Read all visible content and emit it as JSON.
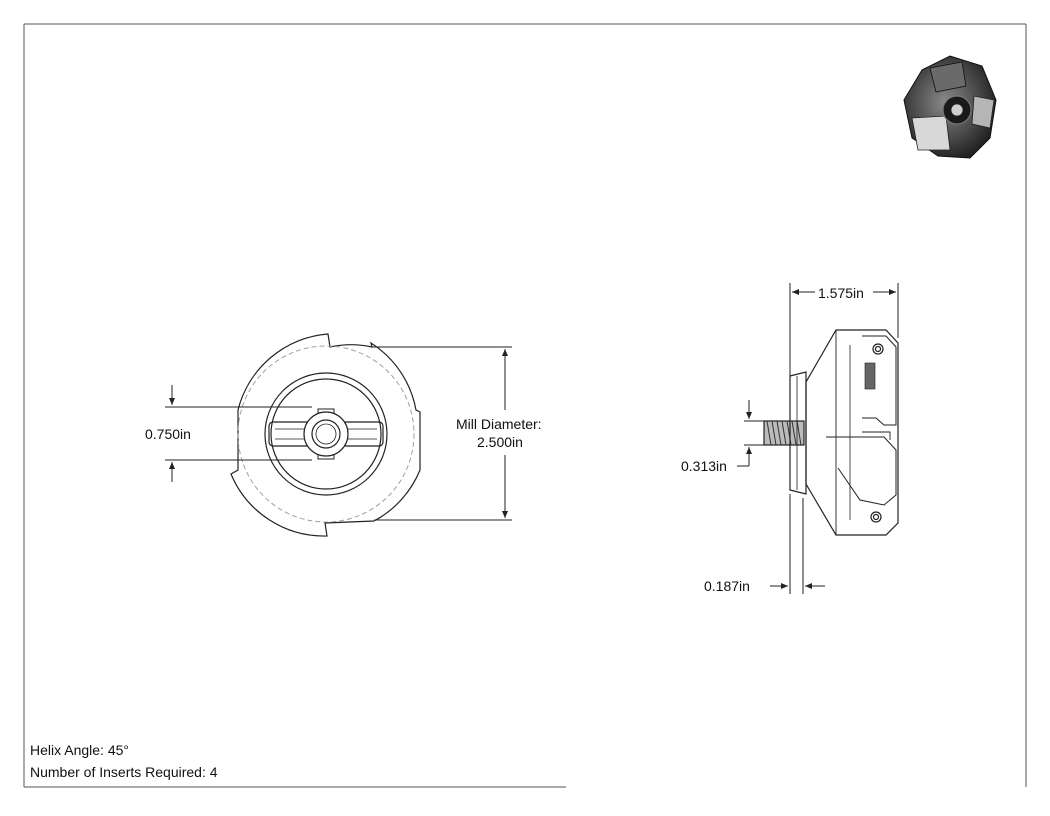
{
  "drawing": {
    "dimensions": {
      "mill_diameter_label": "Mill Diameter:",
      "mill_diameter_value": "2.500in",
      "bore_height": "0.750in",
      "overall_length": "1.575in",
      "shank_diameter": "0.313in",
      "shoulder_width": "0.187in"
    },
    "notes": {
      "helix_angle": "Helix Angle: 45°",
      "inserts_required": "Number of Inserts Required: 4"
    },
    "colors": {
      "line": "#222222",
      "hidden": "#9a9a9a",
      "part_dark": "#2b2b2b"
    }
  }
}
